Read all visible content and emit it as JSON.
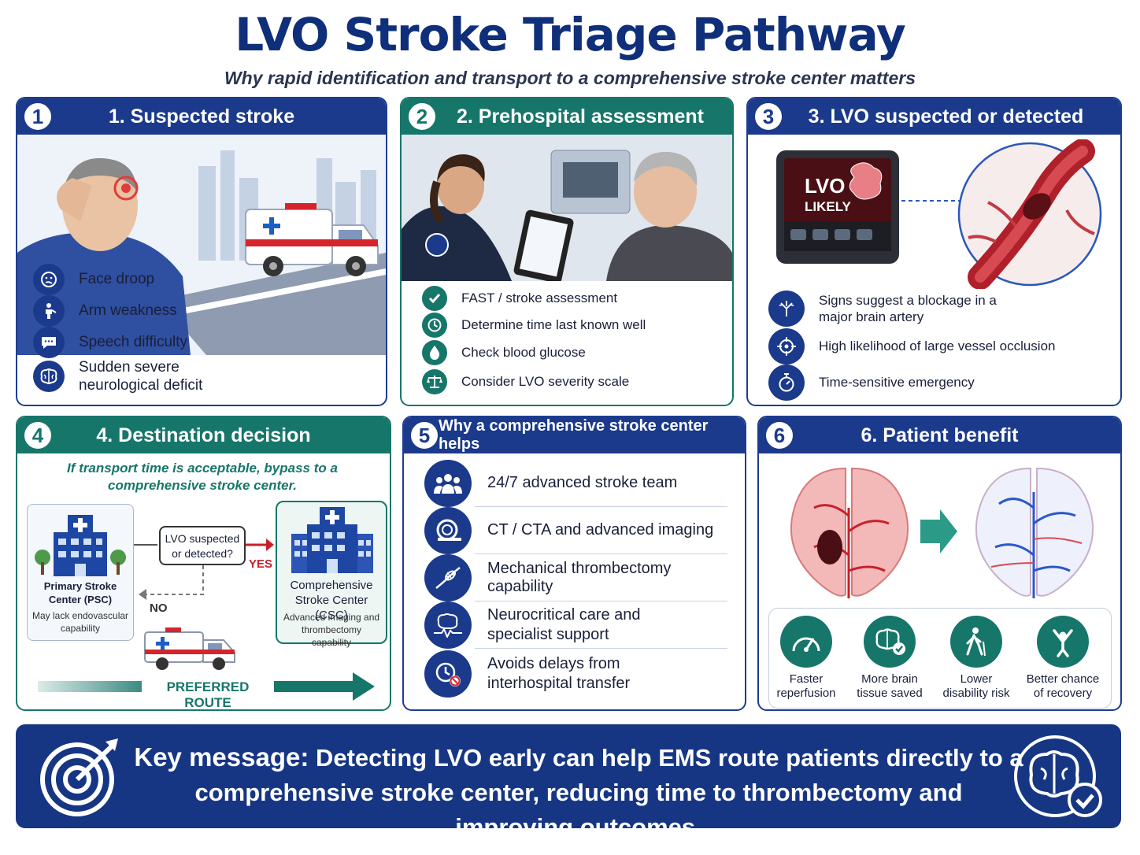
{
  "title": "LVO Stroke Triage Pathway",
  "subtitle": "Why rapid identification and transport to a comprehensive stroke center matters",
  "panels": {
    "p1": {
      "num": "1",
      "title": "1. Suspected stroke",
      "items": [
        "Face droop",
        "Arm weakness",
        "Speech difficulty",
        "Sudden severe neurological deficit"
      ]
    },
    "p2": {
      "num": "2",
      "title": "2. Prehospital assessment",
      "items": [
        "FAST / stroke assessment",
        "Determine time last known well",
        "Check blood glucose",
        "Consider LVO severity scale"
      ]
    },
    "p3": {
      "num": "3",
      "title": "3. LVO suspected or detected",
      "screen_text": [
        "LVO",
        "LIKELY"
      ],
      "items": [
        "Signs suggest a blockage in a major brain artery",
        "High likelihood of large vessel occlusion",
        "Time-sensitive emergency"
      ]
    },
    "p4": {
      "num": "4",
      "title": "4. Destination decision",
      "note": "If transport time is acceptable, bypass to a comprehensive stroke center.",
      "psc_name": "Primary Stroke Center (PSC)",
      "psc_note": "May lack endovascular capability",
      "question": "LVO suspected or detected?",
      "yes": "YES",
      "no": "NO",
      "csc_name": "Comprehensive Stroke Center (CSC)",
      "csc_note": "Advanced imaging and thrombectomy capability",
      "route": "PREFERRED ROUTE"
    },
    "p5": {
      "num": "5",
      "title": "Why a comprehensive stroke center helps",
      "items": [
        "24/7 advanced stroke team",
        "CT / CTA and advanced imaging",
        "Mechanical thrombectomy capability",
        "Neurocritical care and specialist support",
        "Avoids delays from interhospital transfer"
      ]
    },
    "p6": {
      "num": "6",
      "title": "6. Patient benefit",
      "benefits": [
        "Faster reperfusion",
        "More brain tissue saved",
        "Lower disability risk",
        "Better chance of recovery"
      ]
    }
  },
  "key_message": {
    "lead": "Key message:",
    "text": "Detecting LVO early can help EMS route patients directly to a comprehensive stroke center, reducing time to thrombectomy and improving outcomes."
  },
  "colors": {
    "navy": "#1b3a8c",
    "teal": "#17766a",
    "red": "#c8202a"
  }
}
